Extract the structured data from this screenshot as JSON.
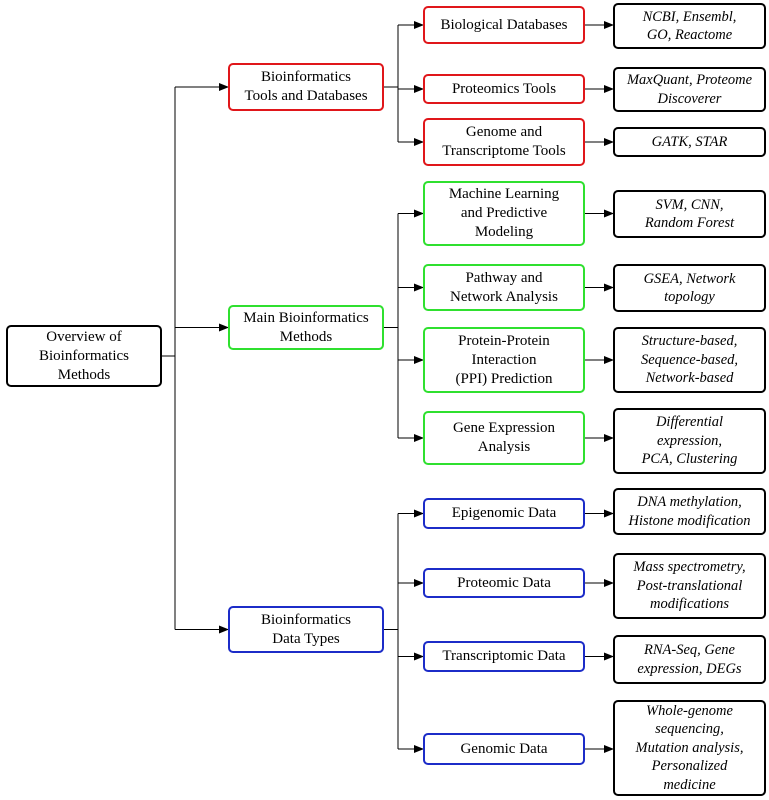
{
  "colors": {
    "root": "#000000",
    "tools": "#e0161a",
    "methods": "#2fe02f",
    "data_types": "#1c2cc8",
    "leaf": "#000000",
    "edge": "#000000"
  },
  "root": {
    "label": "Overview of\nBioinformatics\nMethods"
  },
  "categories": [
    {
      "label": "Bioinformatics\nTools and Databases",
      "color_key": "tools",
      "items": [
        {
          "label": "Biological Databases",
          "examples": "NCBI, Ensembl,\nGO, Reactome"
        },
        {
          "label": "Proteomics Tools",
          "examples": "MaxQuant, Proteome\nDiscoverer"
        },
        {
          "label": "Genome and\nTranscriptome Tools",
          "examples": "GATK, STAR"
        }
      ]
    },
    {
      "label": "Main Bioinformatics\nMethods",
      "color_key": "methods",
      "items": [
        {
          "label": "Machine Learning\nand Predictive\nModeling",
          "examples": "SVM, CNN,\nRandom Forest"
        },
        {
          "label": "Pathway and\nNetwork Analysis",
          "examples": "GSEA, Network\ntopology"
        },
        {
          "label": "Protein-Protein\nInteraction\n(PPI) Prediction",
          "examples": "Structure-based,\nSequence-based,\nNetwork-based"
        },
        {
          "label": "Gene Expression\nAnalysis",
          "examples": "Differential\nexpression,\nPCA, Clustering"
        }
      ]
    },
    {
      "label": "Bioinformatics\nData Types",
      "color_key": "data_types",
      "items": [
        {
          "label": "Epigenomic Data",
          "examples": "DNA methylation,\nHistone modification"
        },
        {
          "label": "Proteomic Data",
          "examples": "Mass spectrometry,\nPost-translational\nmodifications"
        },
        {
          "label": "Transcriptomic Data",
          "examples": "RNA-Seq, Gene\nexpression, DEGs"
        },
        {
          "label": "Genomic Data",
          "examples": "Whole-genome\nsequencing,\nMutation analysis,\nPersonalized\nmedicine"
        }
      ]
    }
  ]
}
